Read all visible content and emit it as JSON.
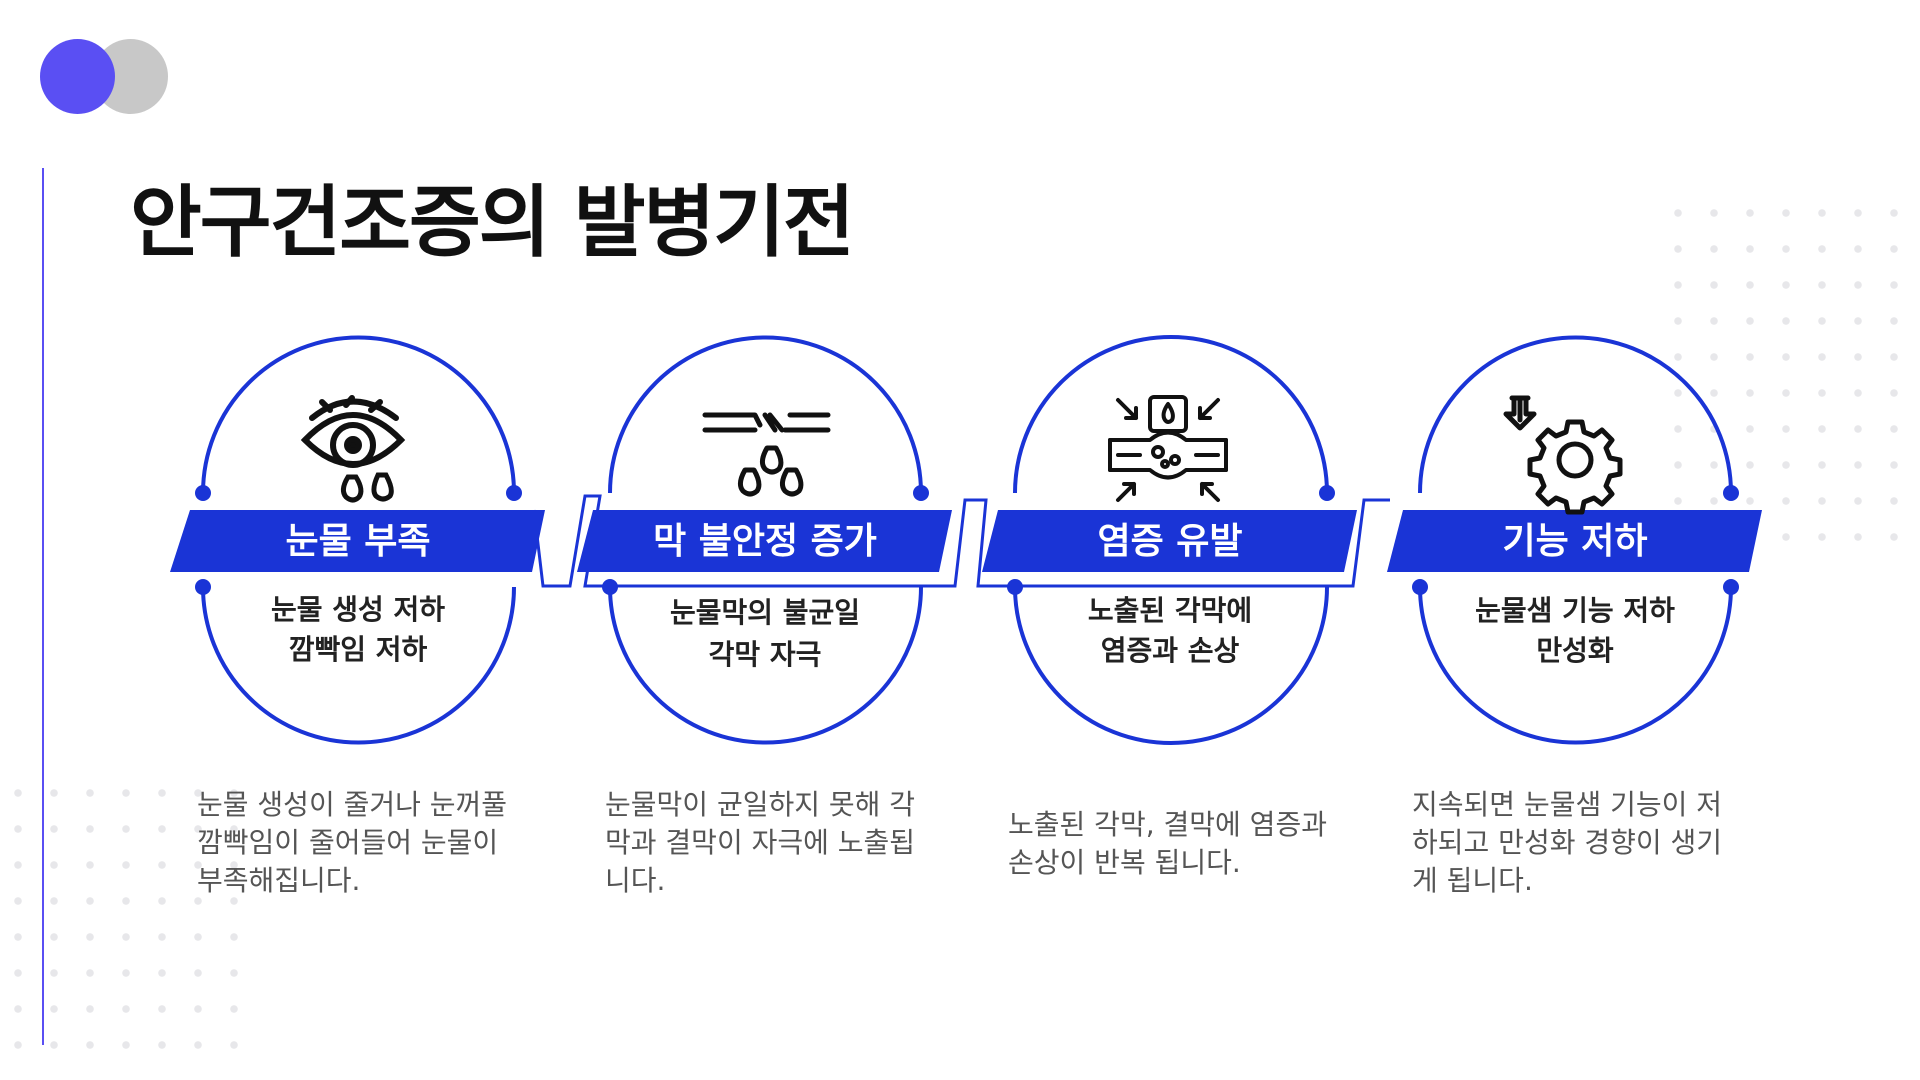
{
  "title": "안구건조증의 발병기전",
  "colors": {
    "accent": "#1a34d6",
    "deco_blue": "#5a4ff3",
    "deco_gray": "#c8c8c8",
    "text": "#111111",
    "muted": "#555555"
  },
  "steps": [
    {
      "icon": "crying-eye-icon",
      "label": "눈물 부족",
      "subtitle_lines": [
        "눈물 생성 저하",
        "깜빡임 저하"
      ],
      "description": "눈물 생성이 줄거나 눈꺼풀 깜빡임이 줄어들어 눈물이 부족해집니다."
    },
    {
      "icon": "water-drops-icon",
      "label": "막 불안정 증가",
      "subtitle_lines": [
        "눈물막의 불균일",
        "각막 자극"
      ],
      "description": "눈물막이 균일하지 못해 각막과 결막이 자극에 노출됩니다."
    },
    {
      "icon": "inflamed-tissue-icon",
      "label": "염증 유발",
      "subtitle_lines": [
        "노출된 각막에",
        "염증과 손상"
      ],
      "description": "노출된 각막, 결막에 염증과 손상이 반복 됩니다."
    },
    {
      "icon": "gear-down-icon",
      "label": "기능 저하",
      "subtitle_lines": [
        "눈물샘 기능 저하",
        "만성화"
      ],
      "description": "지속되면 눈물샘 기능이 저하되고 만성화 경향이 생기게 됩니다."
    }
  ]
}
